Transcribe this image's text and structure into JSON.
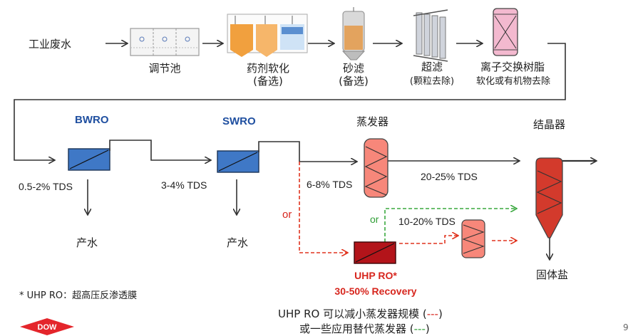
{
  "inputs": {
    "industrial_wastewater": "工业废水"
  },
  "stage1": {
    "equalization": "调节池",
    "softening": "药剂软化",
    "softening_note": "(备选)",
    "sand_filter": "砂滤",
    "sand_filter_note": "(备选)",
    "ultrafiltration": "超滤",
    "ultrafiltration_note": "(颗粒去除)",
    "ion_exchange": "离子交换树脂",
    "ion_exchange_note": "软化或有机物去除"
  },
  "stage2": {
    "bwro": "BWRO",
    "swro": "SWRO",
    "evaporator": "蒸发器",
    "crystallizer": "结晶器",
    "tds_bwro_in": "0.5-2% TDS",
    "tds_swro_in": "3-4% TDS",
    "tds_evap_in": "6-8% TDS",
    "tds_evap_out": "20-25% TDS",
    "tds_small_evap": "10-20% TDS",
    "product_water_1": "产水",
    "product_water_2": "产水",
    "or_red": "or",
    "or_green": "or",
    "uhp_ro": "UHP RO*",
    "uhp_recovery": "30-50% Recovery",
    "solid_salt": "固体盐"
  },
  "footnote": "* UHP RO：超高压反渗透膜",
  "bottom_note_line1": "UHP RO 可以减小蒸发器规模 (",
  "bottom_note_line1_dash": "---",
  "bottom_note_line1_end": ")",
  "bottom_note_line2": "或一些应用替代蒸发器 (",
  "bottom_note_line2_dash": "---",
  "bottom_note_line2_end": ")",
  "logo_text": "DOW",
  "page_number": "9",
  "colors": {
    "arrow": "#333333",
    "membrane_blue": "#3f78c6",
    "evaporator": "#f7877a",
    "uhp": "#b3141a",
    "red_dashed": "#e0341f",
    "green_dashed": "#3aa83f",
    "crystallizer": "#d33a2c"
  }
}
